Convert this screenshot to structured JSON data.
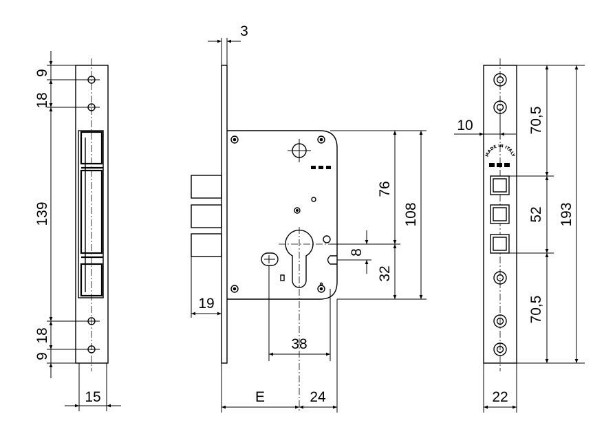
{
  "dimensions": {
    "faceplate_thickness": "3",
    "side_top_hole_offset": "18",
    "side_top_edge": "9",
    "side_hole_span": "139",
    "side_bottom_hole_offset": "18",
    "side_bottom_edge": "9",
    "side_width": "15",
    "bolt_projection": "19",
    "case_top_to_cyl": "76",
    "case_height": "108",
    "follower_gap": "8",
    "cyl_to_bottom": "32",
    "cyl_to_screw": "38",
    "backset_label": "E",
    "backset_right": "24",
    "strike_edge_to_hole": "10",
    "strike_top_span": "70,5",
    "strike_mid_span": "52",
    "strike_bottom_span": "70,5",
    "strike_total": "193",
    "strike_width": "22"
  },
  "stamp": {
    "line1": "MADE IN ITALY"
  }
}
